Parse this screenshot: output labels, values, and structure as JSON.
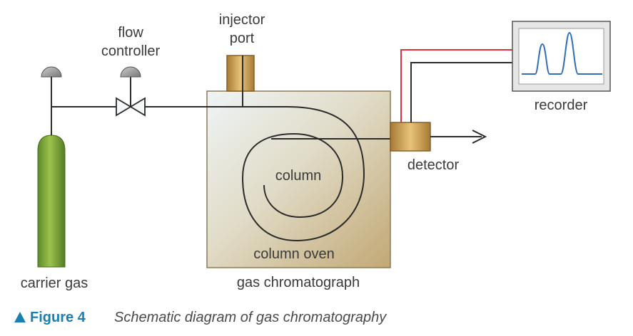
{
  "labels": {
    "injector_port_line1": "injector",
    "injector_port_line2": "port",
    "flow_controller_line1": "flow",
    "flow_controller_line2": "controller",
    "recorder": "recorder",
    "detector": "detector",
    "column": "column",
    "column_oven": "column oven",
    "carrier_gas": "carrier gas",
    "gas_chromatograph": "gas chromatograph"
  },
  "caption": {
    "figure_label": "Figure 4",
    "text": "Schematic diagram of gas chromatography"
  },
  "colors": {
    "caption_accent": "#1b7fb0",
    "cylinder_green": "#7aa63a",
    "recorder_trace": "#2f6fb8",
    "signal_wire_red": "#e0323c"
  },
  "icons": {
    "caption_marker": "triangle-up-icon"
  }
}
